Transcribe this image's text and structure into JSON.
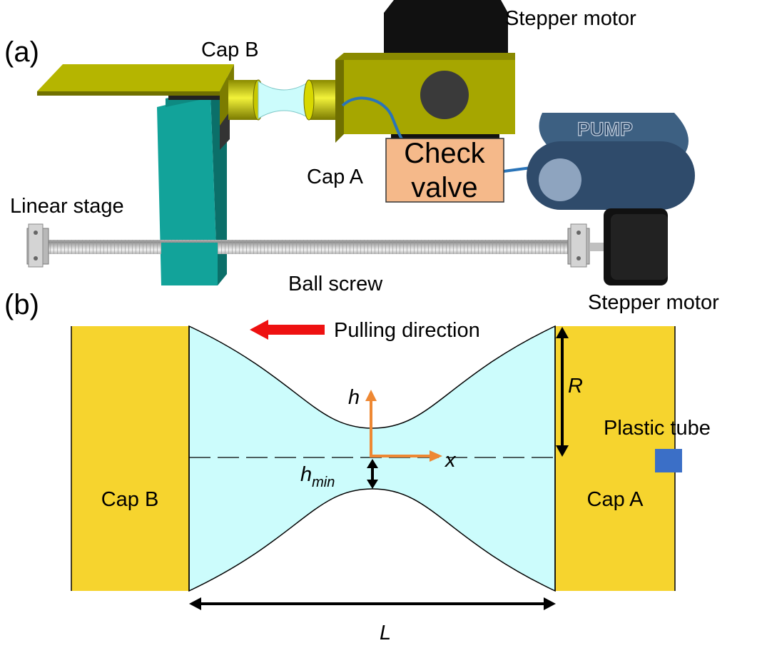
{
  "panel_a": {
    "tag": "(a)",
    "labels": {
      "stepper_motor_top": "Stepper motor",
      "cap_b": "Cap B",
      "cap_a": "Cap A",
      "check_valve_line1": "Check",
      "check_valve_line2": "valve",
      "pump": "PUMP",
      "linear_stage": "Linear stage",
      "ball_screw": "Ball screw",
      "stepper_motor_bottom": "Stepper motor"
    }
  },
  "panel_b": {
    "tag": "(b)",
    "labels": {
      "pulling_direction": "Pulling direction",
      "cap_b": "Cap B",
      "cap_a": "Cap A",
      "plastic_tube": "Plastic tube",
      "axis_h": "h",
      "axis_x": "x",
      "h_min_base": "h",
      "h_min_sub": "min",
      "radius": "R",
      "length": "L"
    }
  },
  "colors": {
    "cap_yellow": "#F6D42E",
    "liquid_cyan": "#CCFCFC",
    "arrow_red": "#EE1111",
    "axis_orange": "#EE8833",
    "tube_blue": "#3B6FC7",
    "olive": "#A6A600",
    "teal": "#12A39A",
    "valve_orange": "#F5B98A",
    "pump_navy": "#2F4B6B"
  }
}
